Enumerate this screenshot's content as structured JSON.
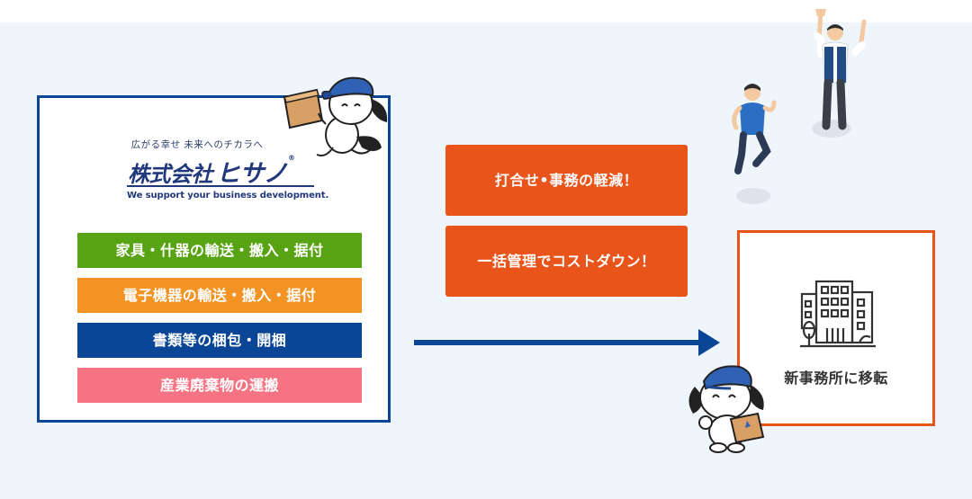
{
  "company": {
    "tagline": "広がる幸せ 未来へのチカラへ",
    "name": "株式会社",
    "brand": "ヒサノ",
    "reg_mark": "®",
    "slogan": "We support your business development."
  },
  "services": [
    {
      "label": "家具・什器の輸送・搬入・据付",
      "color": "#58a314"
    },
    {
      "label": "電子機器の輸送・搬入・据付",
      "color": "#f39324"
    },
    {
      "label": "書類等の梱包・開梱",
      "color": "#0b4596"
    },
    {
      "label": "産業廃棄物の運搬",
      "color": "#f57383"
    }
  ],
  "callouts": [
    {
      "label": "打合せ•事務の軽減！"
    },
    {
      "label": "一括管理でコストダウン！"
    }
  ],
  "destination": {
    "label": "新事務所に移転"
  },
  "colors": {
    "navy": "#0b4596",
    "orange": "#e9541a",
    "panel_bg": "#eef5fb"
  },
  "icons": [
    "mascot-dog-carrying-box",
    "office-building-icon",
    "arrow-right-icon",
    "celebrating-people"
  ]
}
